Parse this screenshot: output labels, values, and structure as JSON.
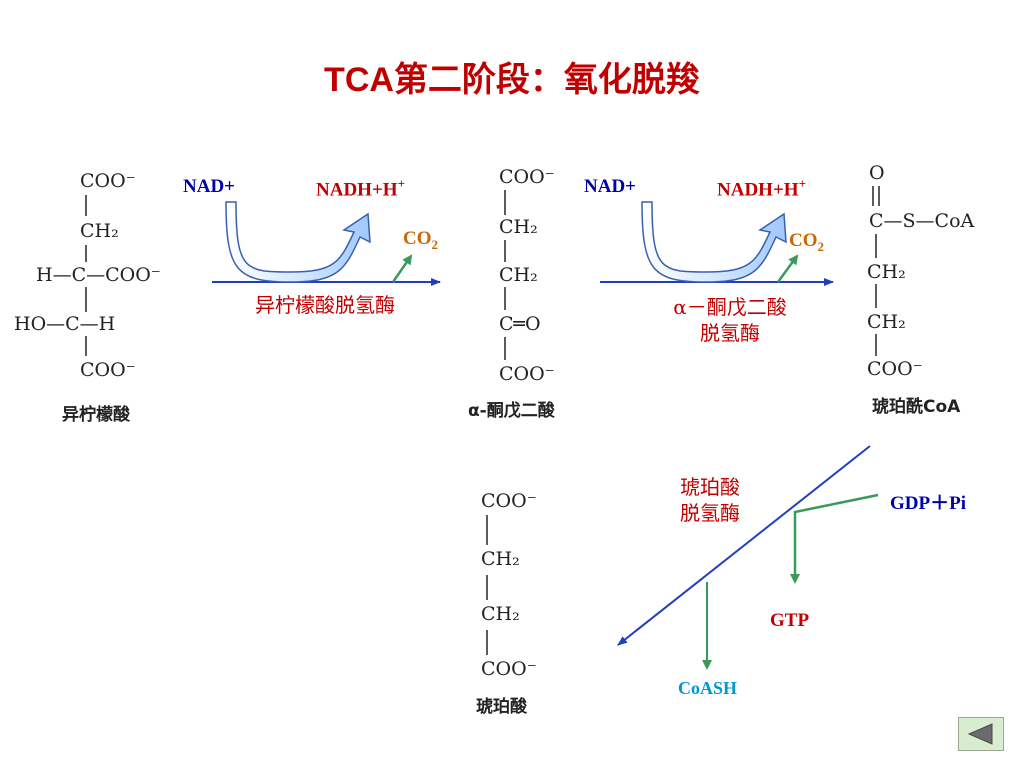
{
  "title": {
    "latin": "TCA",
    "chinese": "第二阶段：氧化脱羧"
  },
  "compounds": {
    "isocitrate": {
      "name": "异柠檬酸",
      "top": "COO⁻",
      "ch2": "CH₂",
      "cleft": "H—C—COO⁻",
      "cright": "",
      "ho": "HO—C—H",
      "bottom": "COO⁻"
    },
    "akg": {
      "name": "α-酮戊二酸",
      "lines": [
        "COO⁻",
        "CH₂",
        "CH₂",
        "C═O",
        "COO⁻"
      ]
    },
    "succoa": {
      "name": "琥珀酰CoA",
      "o": "O",
      "c_s": "C—S—CoA",
      "lines": [
        "CH₂",
        "CH₂",
        "COO⁻"
      ]
    },
    "succinate": {
      "name": "琥珀酸",
      "lines": [
        "COO⁻",
        "CH₂",
        "CH₂",
        "COO⁻"
      ]
    }
  },
  "reaction1": {
    "cofactor_in": "NAD+",
    "cofactor_out_base": "NADH+H",
    "cofactor_out_sup": "+",
    "co2_base": "CO",
    "co2_sub": "2",
    "enzyme": "异柠檬酸脱氢酶"
  },
  "reaction2": {
    "cofactor_in": "NAD+",
    "cofactor_out_base": "NADH+H",
    "cofactor_out_sup": "+",
    "co2_base": "CO",
    "co2_sub": "2",
    "enzyme_greek": "α",
    "enzyme_line1": "－酮戊二酸",
    "enzyme_line2": "脱氢酶"
  },
  "reaction3": {
    "enzyme_line1": "琥珀酸",
    "enzyme_line2": "脱氢酶",
    "gdp": "GDP＋Pi",
    "gtp": "GTP",
    "coash": "CoASH"
  },
  "colors": {
    "title": "#c00000",
    "arrow_blue": "#1f3fbf",
    "green": "#3a9a5a",
    "cofactor_blue": "#0000aa",
    "enzyme_red": "#c00000",
    "co2_orange": "#cc6600",
    "coash_cyan": "#0099cc"
  },
  "nav": {
    "icon": "triangle-left-icon"
  }
}
